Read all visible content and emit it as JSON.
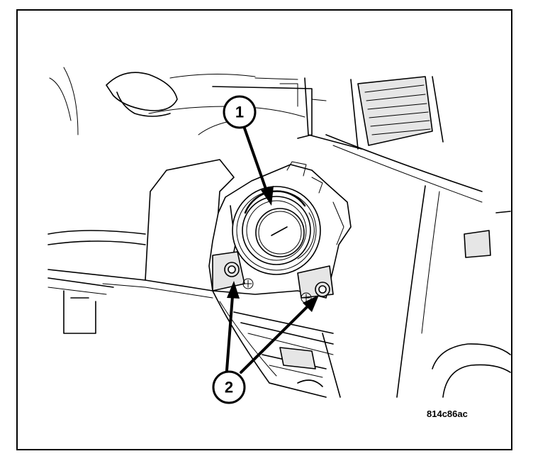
{
  "figure": {
    "callouts": [
      {
        "label": "1",
        "target": "ignition-switch-lock-cylinder-housing"
      },
      {
        "label": "2",
        "target": "mounting-screws"
      }
    ],
    "figure_code": "814c86ac"
  },
  "colors": {
    "line": "#000000",
    "background": "#ffffff",
    "fill_light": "#e6e6e6"
  }
}
